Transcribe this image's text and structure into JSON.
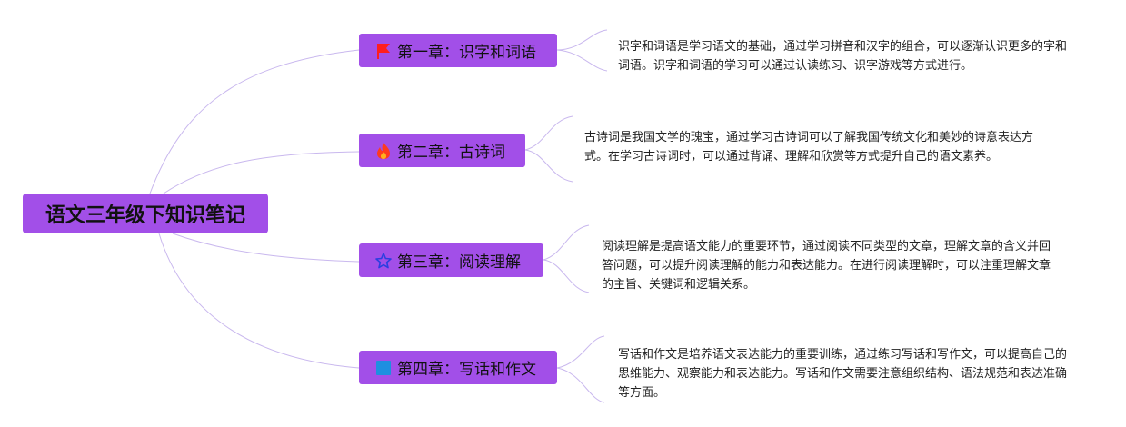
{
  "root": {
    "title": "语文三年级下知识笔记"
  },
  "chapters": [
    {
      "label": "第一章：识字和词语",
      "icon": "flag-icon",
      "color": "#ff1e1e",
      "note": "识字和词语是学习语文的基础，通过学习拼音和汉字的组合，可以逐渐认识更多的字和词语。识字和词语的学习可以通过认读练习、识字游戏等方式进行。"
    },
    {
      "label": "第二章：古诗词",
      "icon": "fire-icon",
      "color": "#ff3b1f",
      "note": "古诗词是我国文学的瑰宝，通过学习古诗词可以了解我国传统文化和美妙的诗意表达方式。在学习古诗词时，可以通过背诵、理解和欣赏等方式提升自己的语文素养。"
    },
    {
      "label": "第三章：阅读理解",
      "icon": "star-icon",
      "color": "#2a3fe0",
      "note": "阅读理解是提高语文能力的重要环节，通过阅读不同类型的文章，理解文章的含义并回答问题，可以提升阅读理解的能力和表达能力。在进行阅读理解时，可以注重理解文章的主旨、关键词和逻辑关系。"
    },
    {
      "label": "第四章：写话和作文",
      "icon": "square-icon",
      "color": "#1e8fe0",
      "note": "写话和作文是培养语文表达能力的重要训练，通过练习写话和写作文，可以提高自己的思维能力、观察能力和表达能力。写话和作文需要注意组织结构、语法规范和表达准确等方面。"
    }
  ],
  "colors": {
    "node_fill": "#a24fe8",
    "link": "#c9b8ee"
  }
}
